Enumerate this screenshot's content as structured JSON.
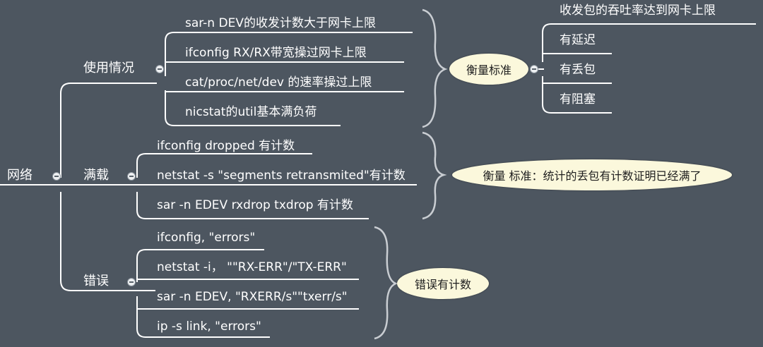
{
  "root": {
    "label": "网络"
  },
  "branches": [
    {
      "label": "使用情况",
      "items": [
        "sar-n DEV的收发计数大于网卡上限",
        "ifconfig RX/RX带宽操过网卡上限",
        "cat/proc/net/dev 的速率操过上限",
        "nicstat的util基本满负荷"
      ],
      "summary": "衡量标准",
      "summary_children": [
        "收发包的吞吐率达到网卡上限",
        "有延迟",
        "有丢包",
        "有阻塞"
      ]
    },
    {
      "label": "满载",
      "items": [
        "ifconfig dropped 有计数",
        "netstat -s \"segments retransmited\"有计数",
        "sar -n EDEV rxdrop txdrop 有计数"
      ],
      "summary": "衡量 标准：统计的丢包有计数证明已经满了"
    },
    {
      "label": "错误",
      "items": [
        "ifconfig, \"errors\"",
        "netstat -i， \"\"RX-ERR\"/\"TX-ERR\"",
        "sar -n EDEV, \"RXERR/s\"\"txerr/s\"",
        "ip -s link, \"errors\""
      ],
      "summary": "错误有计数"
    }
  ]
}
